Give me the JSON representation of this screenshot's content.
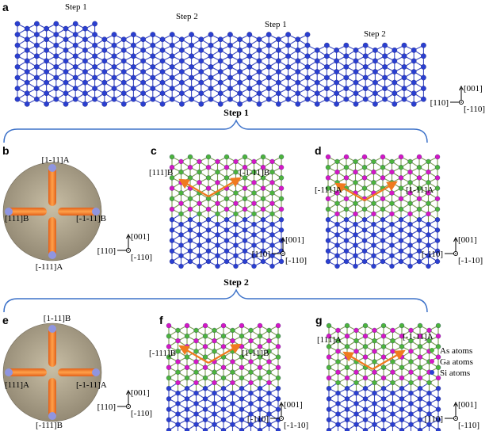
{
  "panels": {
    "a": {
      "letter": "a",
      "steps": [
        "Step 1",
        "Step 2",
        "Step 1",
        "Step 2"
      ],
      "axes": {
        "up": "[001]",
        "left": "[110]",
        "out": "[-110]"
      }
    },
    "b": {
      "letter": "b",
      "dirs": {
        "top": "[1-11]A",
        "left": "[111]B",
        "right": "[-1-11]B",
        "bottom": "[-111]A"
      },
      "axes": {
        "up": "[001]",
        "left": "[110]",
        "out": "[-110]"
      }
    },
    "c": {
      "letter": "c",
      "dirs": {
        "left": "[111]B",
        "right": "[-1-11]B"
      },
      "axes": {
        "up": "[001]",
        "left": "[110]",
        "out": "[-110]"
      }
    },
    "d": {
      "letter": "d",
      "dirs": {
        "left": "[-111]A",
        "right": "[1-11]A"
      },
      "axes": {
        "up": "[001]",
        "left": "[-110]",
        "out": "[-1-10]"
      }
    },
    "e": {
      "letter": "e",
      "dirs": {
        "top": "[1-11]B",
        "left": "[111]A",
        "right": "[-1-11]A",
        "bottom": "[-111]B"
      },
      "axes": {
        "up": "[001]",
        "left": "[110]",
        "out": "[-110]"
      }
    },
    "f": {
      "letter": "f",
      "dirs": {
        "left": "[-111]B",
        "right": "[1-11]B"
      },
      "axes": {
        "up": "[001]",
        "left": "[-110]",
        "out": "[-1-10]"
      }
    },
    "g": {
      "letter": "g",
      "dirs": {
        "left": "[111]A",
        "right": "[-1-11]A"
      },
      "axes": {
        "up": "[001]",
        "left": "[110]",
        "out": "[-110]"
      }
    }
  },
  "step1_title": "Step 1",
  "step2_title": "Step 2",
  "legend": [
    {
      "label": "As atoms",
      "color": "#4cb43c"
    },
    {
      "label": "Ga atoms",
      "color": "#d418c4"
    },
    {
      "label": "Si atoms",
      "color": "#2a3fd0"
    }
  ],
  "colors": {
    "si": "#2a3fd0",
    "as": "#4cb43c",
    "ga": "#d418c4",
    "bond_si": "#3848c0",
    "arrow": "#f07a1e",
    "bracket": "#3d72c9",
    "disk": "#b0a58c"
  }
}
